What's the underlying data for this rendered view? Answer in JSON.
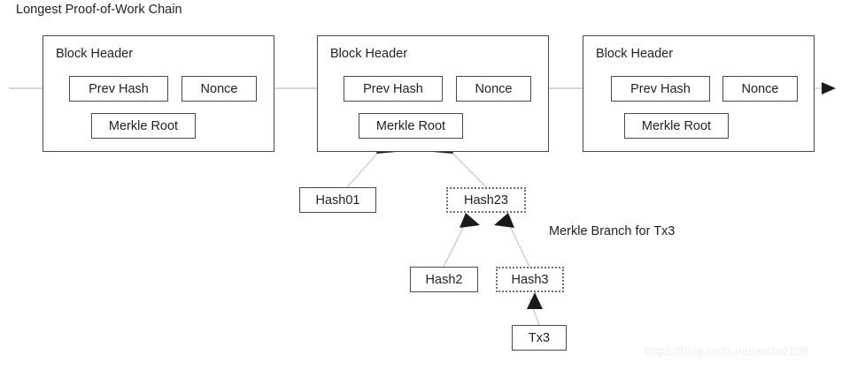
{
  "diagram": {
    "title": "Longest Proof-of-Work Chain",
    "branch_label": "Merkle Branch for Tx3",
    "watermark": "https://blog.csdn.net/anda0109",
    "colors": {
      "box_border": "#4a4a4a",
      "dotted_border": "#6e6e6e",
      "connector_line": "#c9c9c9",
      "arrow_fill": "#1a1a1a",
      "text": "#222222",
      "background": "#ffffff",
      "watermark": "#eceef0"
    },
    "blocks": [
      {
        "header_label": "Block Header",
        "prev_hash_label": "Prev Hash",
        "nonce_label": "Nonce",
        "merkle_root_label": "Merkle Root"
      },
      {
        "header_label": "Block Header",
        "prev_hash_label": "Prev Hash",
        "nonce_label": "Nonce",
        "merkle_root_label": "Merkle Root"
      },
      {
        "header_label": "Block Header",
        "prev_hash_label": "Prev Hash",
        "nonce_label": "Nonce",
        "merkle_root_label": "Merkle Root"
      }
    ],
    "merkle_nodes": [
      {
        "label": "Hash01",
        "border": "solid"
      },
      {
        "label": "Hash23",
        "border": "dotted"
      },
      {
        "label": "Hash2",
        "border": "solid"
      },
      {
        "label": "Hash3",
        "border": "dotted"
      },
      {
        "label": "Tx3",
        "border": "solid"
      }
    ]
  }
}
